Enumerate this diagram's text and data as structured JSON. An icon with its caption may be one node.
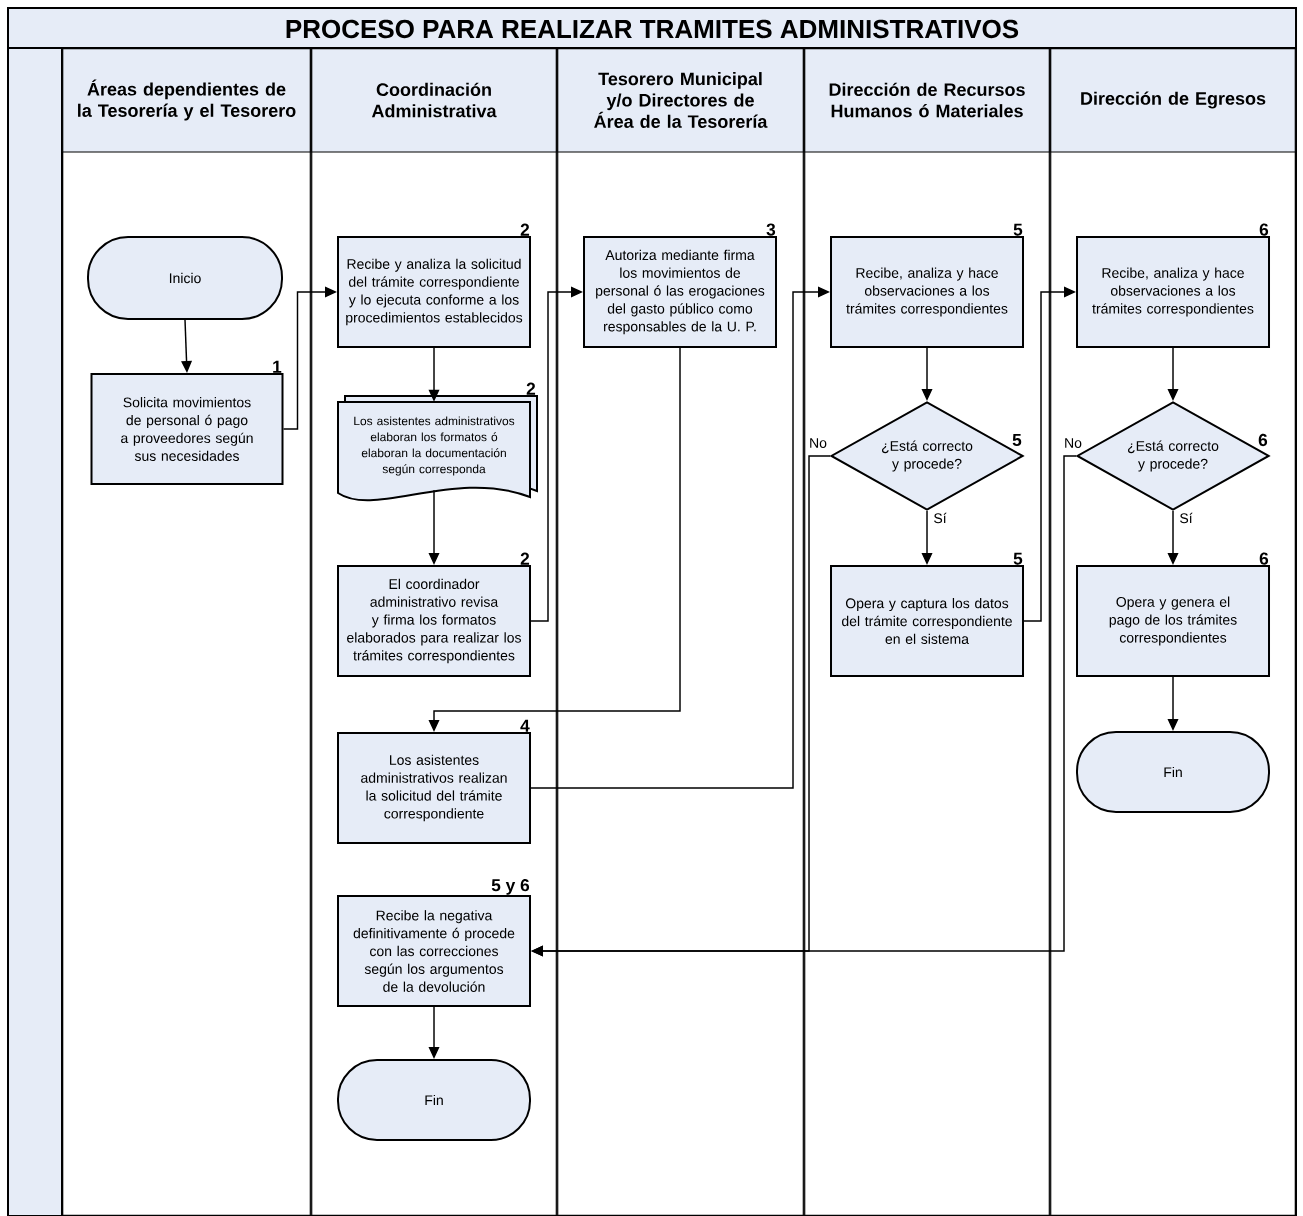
{
  "diagram": {
    "title": "PROCESO PARA REALIZAR TRAMITES ADMINISTRATIVOS",
    "nodes": [
      {
        "text": [
          "Áreas dependientes de la Tesorería y el Tesorero"
        ]
      },
      {
        "text": [
          "Coordinación Administrativa"
        ]
      },
      {
        "text": [
          "Tesorero Municipal y/o Directores de Área de la Tesorería"
        ]
      },
      {
        "text": [
          "Dirección de Recursos Humanos ó Materiales"
        ]
      },
      {
        "text": [
          "Dirección de Egresos"
        ]
      },
      {
        "text": [
          "Inicio"
        ],
        "in": 0
      },
      {
        "text": [
          "Solicita movimientos de personal ó pago a proveedores según sus necesidades"
        ],
        "beside": [
          "1"
        ],
        "in": 0
      },
      {
        "text": [
          "Recibe y analiza la solicitud del trámite correspondiente y lo ejecuta conforme a los procedimientos establecidos"
        ],
        "beside": [
          "2"
        ],
        "in": 1
      },
      {
        "text": [
          "Los asistentes administrativos elaboran los formatos ó elaboran la documentación según corresponda"
        ],
        "beside": [
          "2"
        ],
        "in": 1
      },
      {
        "text": [
          "El coordinador administrativo revisa y firma los formatos elaborados para realizar los trámites correspondientes"
        ],
        "beside": [
          "2"
        ],
        "in": 1
      },
      {
        "text": [
          "Autoriza mediante firma los movimientos de personal ó las erogaciones del gasto público como responsables de la U. P."
        ],
        "beside": [
          "3"
        ],
        "in": 2
      },
      {
        "text": [
          "Los asistentes administrativos realizan la solicitud del trámite correspondiente"
        ],
        "beside": [
          "4"
        ],
        "in": 1
      },
      {
        "text": [
          "Recibe, analiza y hace observaciones a los trámites correspondientes"
        ],
        "beside": [
          "5"
        ],
        "in": 3
      },
      {
        "text": [
          "¿Está correcto y procede?"
        ],
        "beside": [
          "5"
        ],
        "in": 3
      },
      {
        "text": [
          "Opera y captura los datos del trámite correspondiente en el sistema"
        ],
        "beside": [
          "5"
        ],
        "in": 3
      },
      {
        "text": [
          "Recibe, analiza y hace observaciones a los trámites correspondientes"
        ],
        "beside": [
          "6"
        ],
        "in": 4
      },
      {
        "text": [
          "¿Está correcto y procede?"
        ],
        "beside": [
          "6"
        ],
        "in": 4
      },
      {
        "text": [
          "Opera y genera el pago de los trámites correspondientes"
        ],
        "beside": [
          "6"
        ],
        "in": 4
      },
      {
        "text": [
          "Fin"
        ],
        "in": 4
      },
      {
        "text": [
          "Recibe la negativa definitivamente ó procede con las correcciones según los argumentos de la devolución"
        ],
        "beside": [
          "5 y 6"
        ],
        "in": 1
      },
      {
        "text": [
          "Fin"
        ],
        "in": 1
      }
    ],
    "edges": [
      {
        "from": 5,
        "to": 6,
        "arrow": "to"
      },
      {
        "from": 6,
        "to": 7,
        "arrow": "to"
      },
      {
        "from": 7,
        "to": 8,
        "arrow": "to"
      },
      {
        "from": 8,
        "to": 9,
        "arrow": "to"
      },
      {
        "from": 9,
        "to": 10,
        "arrow": "to"
      },
      {
        "from": 10,
        "to": 11,
        "arrow": "to"
      },
      {
        "from": 11,
        "to": 12,
        "arrow": "to"
      },
      {
        "from": 12,
        "to": 13,
        "arrow": "to"
      },
      {
        "from": 13,
        "to": 14,
        "arrow": "to",
        "label": "Sí"
      },
      {
        "from": 13,
        "to": 19,
        "arrow": "to",
        "label": "No"
      },
      {
        "from": 14,
        "to": 15,
        "arrow": "to"
      },
      {
        "from": 15,
        "to": 16,
        "arrow": "to"
      },
      {
        "from": 16,
        "to": 17,
        "arrow": "to",
        "label": "Sí"
      },
      {
        "from": 16,
        "to": 19,
        "arrow": "to",
        "label": "No"
      },
      {
        "from": 17,
        "to": 18,
        "arrow": "to"
      },
      {
        "from": 19,
        "to": 20,
        "arrow": "to"
      }
    ]
  }
}
